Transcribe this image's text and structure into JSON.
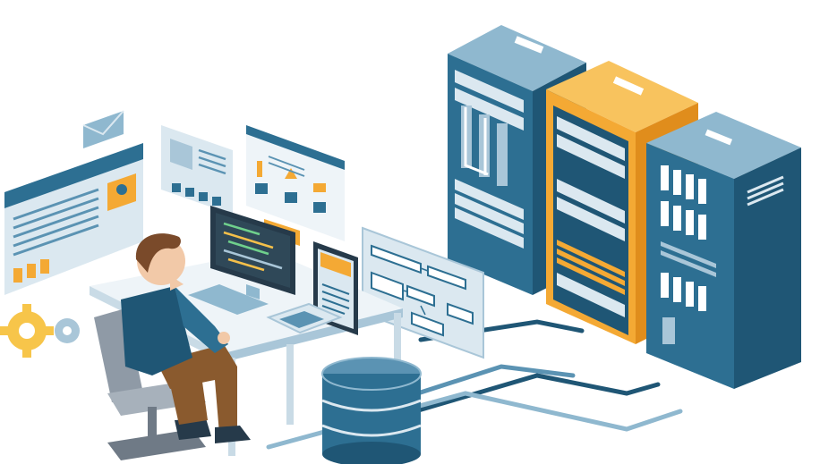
{
  "illustration": {
    "palette": {
      "background": "#ffffff",
      "server_blue": "#2d6f92",
      "server_blue_dark": "#1f5675",
      "server_side": "#5b93b3",
      "server_top": "#8fb8cf",
      "server_orange": "#f4a934",
      "server_orange_dark": "#e08d1c",
      "panel_light": "#dbe8f0",
      "panel_mid": "#a9c6d8",
      "screen_dark": "#263a4a",
      "code_green": "#6fd08c",
      "code_yellow": "#f5c04a",
      "skin": "#f2c9a8",
      "hair": "#7a4a2a",
      "shirt": "#1f5675",
      "pants": "#8a5a2e",
      "chair": "#8f9aa6",
      "gear_yellow": "#f7c54a",
      "cable": "#1f5675"
    },
    "elements": [
      "developer-at-desk",
      "monitor-with-code",
      "secondary-monitor",
      "laptop-keyboard",
      "server-rack-blue",
      "server-rack-orange",
      "server-rack-storage",
      "database-cylinder",
      "floating-dashboard-panels",
      "flowchart-panel",
      "gear-icons",
      "mail-icon"
    ]
  }
}
